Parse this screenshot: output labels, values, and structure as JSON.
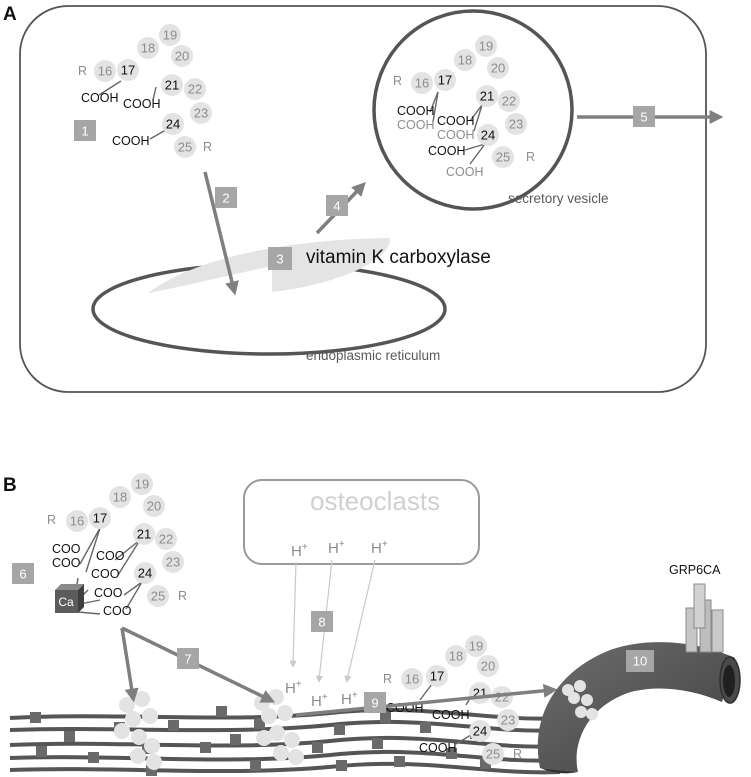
{
  "panels": {
    "a": {
      "letter": "A"
    },
    "b": {
      "letter": "B"
    }
  },
  "residues": {
    "r16": "16",
    "r17": "17",
    "r18": "18",
    "r19": "19",
    "r20": "20",
    "r21": "21",
    "r22": "22",
    "r23": "23",
    "r24": "24",
    "r25": "25"
  },
  "chem": {
    "r_group": "R",
    "cooh": "COOH",
    "coo": "COO",
    "ca": "Ca",
    "h_plus": "H+"
  },
  "steps": {
    "s1": "1",
    "s2": "2",
    "s3": "3",
    "s4": "4",
    "s5": "5",
    "s6": "6",
    "s7": "7",
    "s8": "8",
    "s9": "9",
    "s10": "10"
  },
  "labels": {
    "carboxylase": "vitamin K carboxylase",
    "secretory_vesicle": "secretory vesicle",
    "endoplasmic_reticulum": "endoplasmic reticulum",
    "osteoclasts": "osteoclasts",
    "grp6ca": "GRP6CA"
  },
  "colors": {
    "residue_fill": "#e3e3e3",
    "step_box": "#a6a6a6",
    "arrow": "#7f7f7f",
    "outline": "#555555",
    "vessel": "#5a5a5a"
  }
}
